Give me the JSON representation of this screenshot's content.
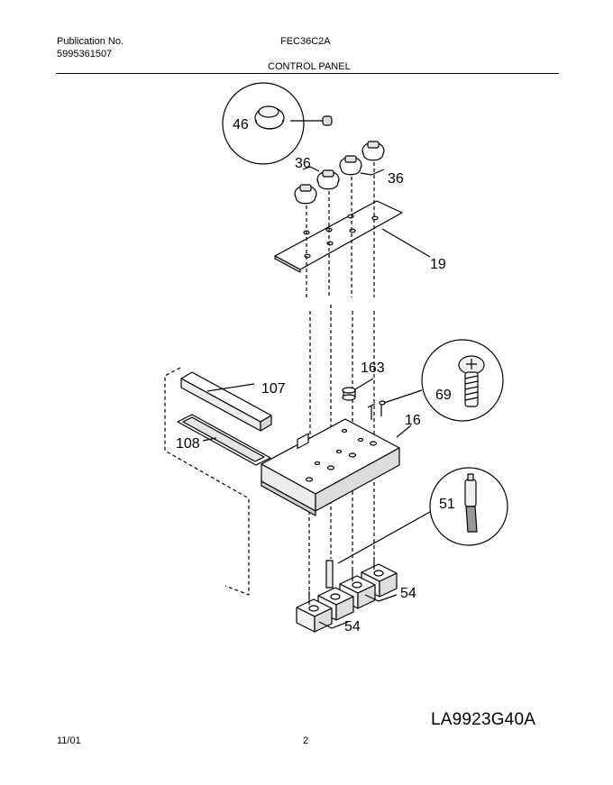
{
  "header": {
    "publication_label": "Publication No.",
    "publication_number": "5995361507",
    "model": "FEC36C2A",
    "section": "CONTROL PANEL"
  },
  "footer": {
    "date": "11/01",
    "page": "2",
    "diagram_code": "LA9923G40A"
  },
  "parts": {
    "p46": "46",
    "p36a": "36",
    "p36b": "36",
    "p19": "19",
    "p163": "163",
    "p107": "107",
    "p69": "69",
    "p16": "16",
    "p108": "108",
    "p51": "51",
    "p54a": "54",
    "p54b": "54"
  }
}
